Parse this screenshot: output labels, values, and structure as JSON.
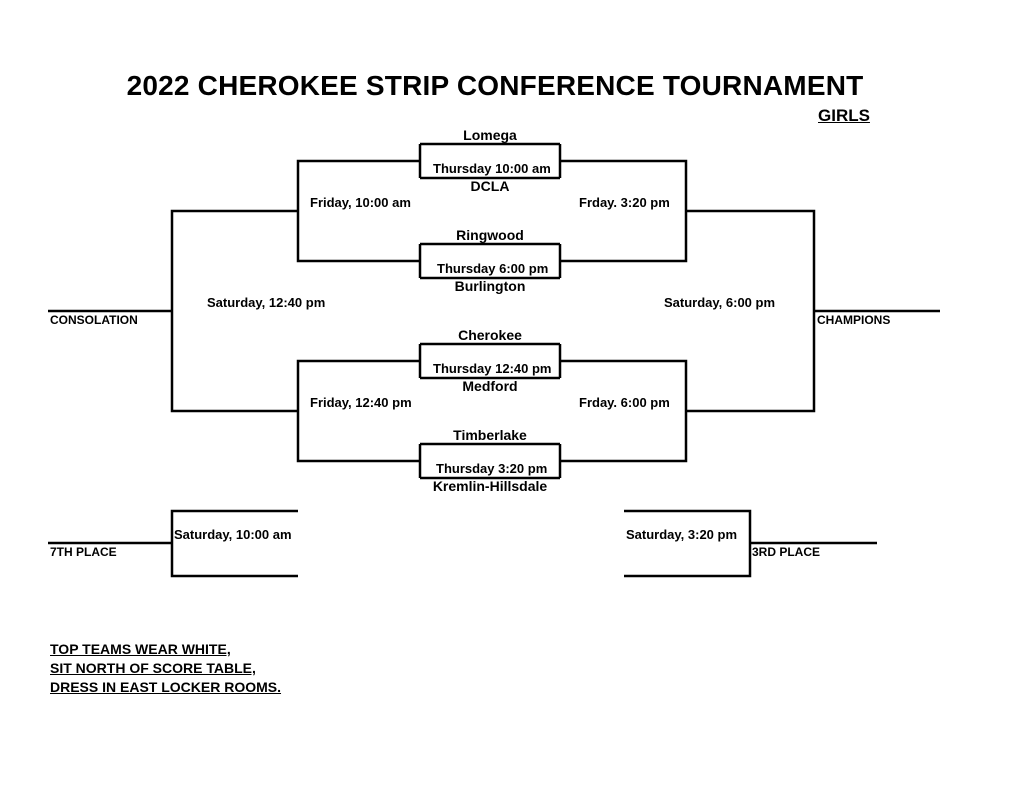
{
  "title": "2022 CHEROKEE STRIP CONFERENCE TOURNAMENT",
  "division": "GIRLS",
  "first_round": [
    {
      "top_team": "Lomega",
      "time": "Thursday 10:00 am",
      "bottom_team": "DCLA"
    },
    {
      "top_team": "Ringwood",
      "time": "Thursday 6:00 pm",
      "bottom_team": "Burlington"
    },
    {
      "top_team": "Cherokee",
      "time": "Thursday 12:40 pm",
      "bottom_team": "Medford"
    },
    {
      "top_team": "Timberlake",
      "time": "Thursday 3:20 pm",
      "bottom_team": "Kremlin-Hillsdale"
    }
  ],
  "consolation_semis": {
    "top": "Friday, 10:00 am",
    "bottom": "Friday, 12:40 pm"
  },
  "winner_semis": {
    "top": "Frday. 3:20 pm",
    "bottom": "Frday. 6:00 pm"
  },
  "consolation_final": {
    "time": "Saturday, 12:40 pm",
    "label": "CONSOLATION"
  },
  "championship": {
    "time": "Saturday, 6:00 pm",
    "label": "CHAMPIONS"
  },
  "seventh_place": {
    "time": "Saturday, 10:00 am",
    "label": "7TH PLACE"
  },
  "third_place": {
    "time": "Saturday, 3:20 pm",
    "label": "3RD PLACE"
  },
  "notes": [
    "TOP TEAMS WEAR WHITE,",
    "SIT NORTH OF SCORE TABLE,",
    "DRESS IN EAST LOCKER ROOMS."
  ]
}
